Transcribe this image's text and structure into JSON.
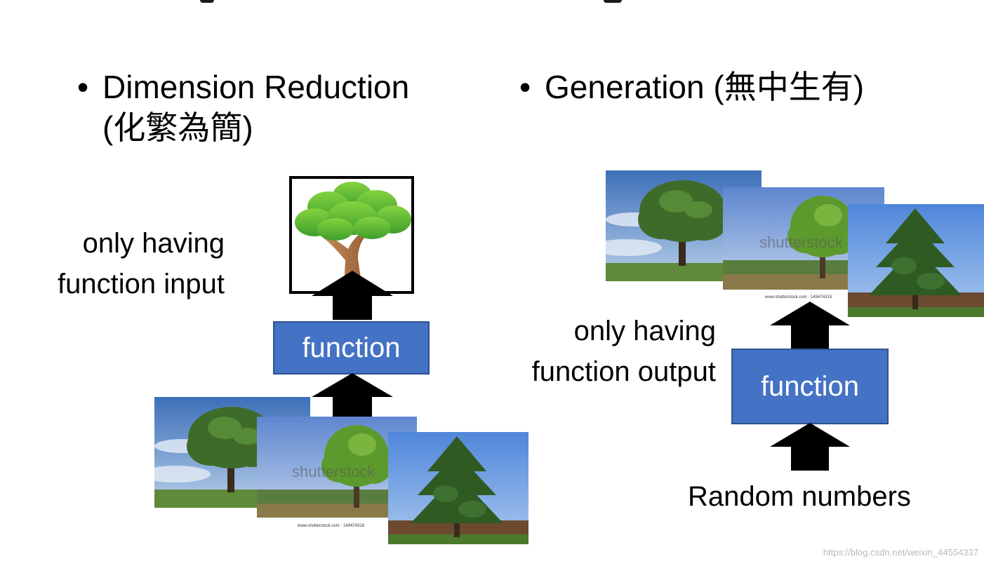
{
  "left": {
    "bullet": "•",
    "title_line1": "Dimension Reduction",
    "title_line2": "(化繁為簡)",
    "side_text_line1": "only having",
    "side_text_line2": "function input",
    "function_label": "function",
    "photo_caption": "www.shutterstock.com · 149474318",
    "photo_watermark": "shutterstock"
  },
  "right": {
    "bullet": "•",
    "title": "Generation (無中生有)",
    "side_text_line1": "only having",
    "side_text_line2": "function output",
    "function_label": "function",
    "input_label": "Random numbers",
    "photo_caption": "www.shutterstock.com · 149474318",
    "photo_watermark": "shutterstock"
  },
  "footer": {
    "watermark": "https://blog.csdn.net/weixin_44554337"
  },
  "colors": {
    "function_box": "#4472c4",
    "arrow": "#000000",
    "sky": "#6f9ad6",
    "grass": "#5f8a3a",
    "foliage": "#3f6b2a",
    "cartoon_leaf": "#66c23a",
    "cartoon_trunk": "#b5774a"
  }
}
